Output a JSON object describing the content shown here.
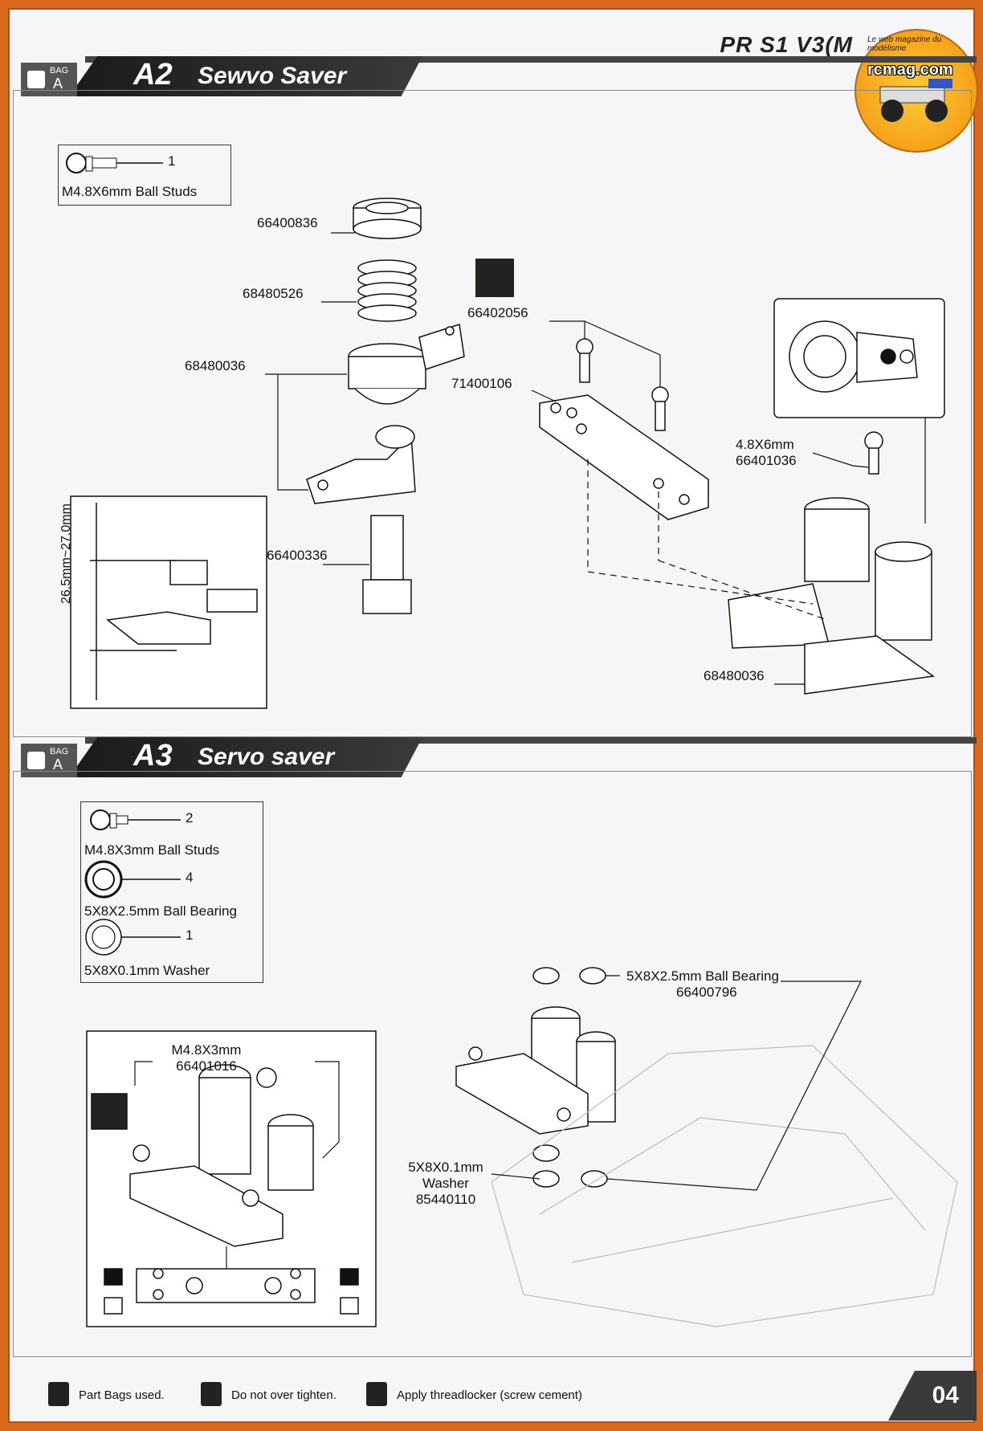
{
  "header": {
    "title": "PR S1 V3(M",
    "logo_text": "rcmag.com",
    "logo_arc": "Le web magazine du modélisme"
  },
  "sections": [
    {
      "bag_label": "BAG",
      "bag_letter": "A",
      "step": "A2",
      "name": "Sewvo Saver",
      "legend": [
        {
          "count": "1",
          "label": "M4.8X6mm Ball Studs"
        }
      ],
      "part_numbers": {
        "nut": "66400836",
        "spring": "68480526",
        "saver_arm": "68480036",
        "screw": "66402056",
        "plate": "71400106",
        "post": "66400336",
        "stud_size": "4.8X6mm",
        "stud": "66401036",
        "assembled_arm": "68480036"
      },
      "dimension": "26.5mm~27.0mm"
    },
    {
      "bag_label": "BAG",
      "bag_letter": "A",
      "step": "A3",
      "name": "Servo saver",
      "legend": [
        {
          "count": "2",
          "label": "M4.8X3mm Ball Studs"
        },
        {
          "count": "4",
          "label": "5X8X2.5mm Ball Bearing"
        },
        {
          "count": "1",
          "label": "5X8X0.1mm Washer"
        }
      ],
      "part_numbers": {
        "stud_size": "M4.8X3mm",
        "stud": "66401016",
        "bearing_size": "5X8X2.5mm Ball Bearing",
        "bearing": "66400796",
        "washer_size": "5X8X0.1mm",
        "washer_name": "Washer",
        "washer": "85440110"
      }
    }
  ],
  "footer": {
    "part_bags": "Part Bags used.",
    "do_not_tighten": "Do not over tighten.",
    "threadlocker": "Apply threadlocker (screw cement)",
    "page_number": "04"
  }
}
